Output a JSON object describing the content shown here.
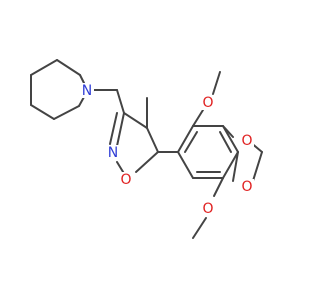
{
  "molecule": {
    "atom_labels": {
      "n_piperidine": "N",
      "n_isoxazoline": "N",
      "o_isoxazoline": "O",
      "o_methoxy_top": "O",
      "o_methoxy_bottom": "O",
      "o_dioxole_top": "O",
      "o_dioxole_bottom": "O"
    },
    "colors": {
      "bond": "#444444",
      "nitrogen": "#2f3dd6",
      "oxygen": "#e02020"
    }
  }
}
